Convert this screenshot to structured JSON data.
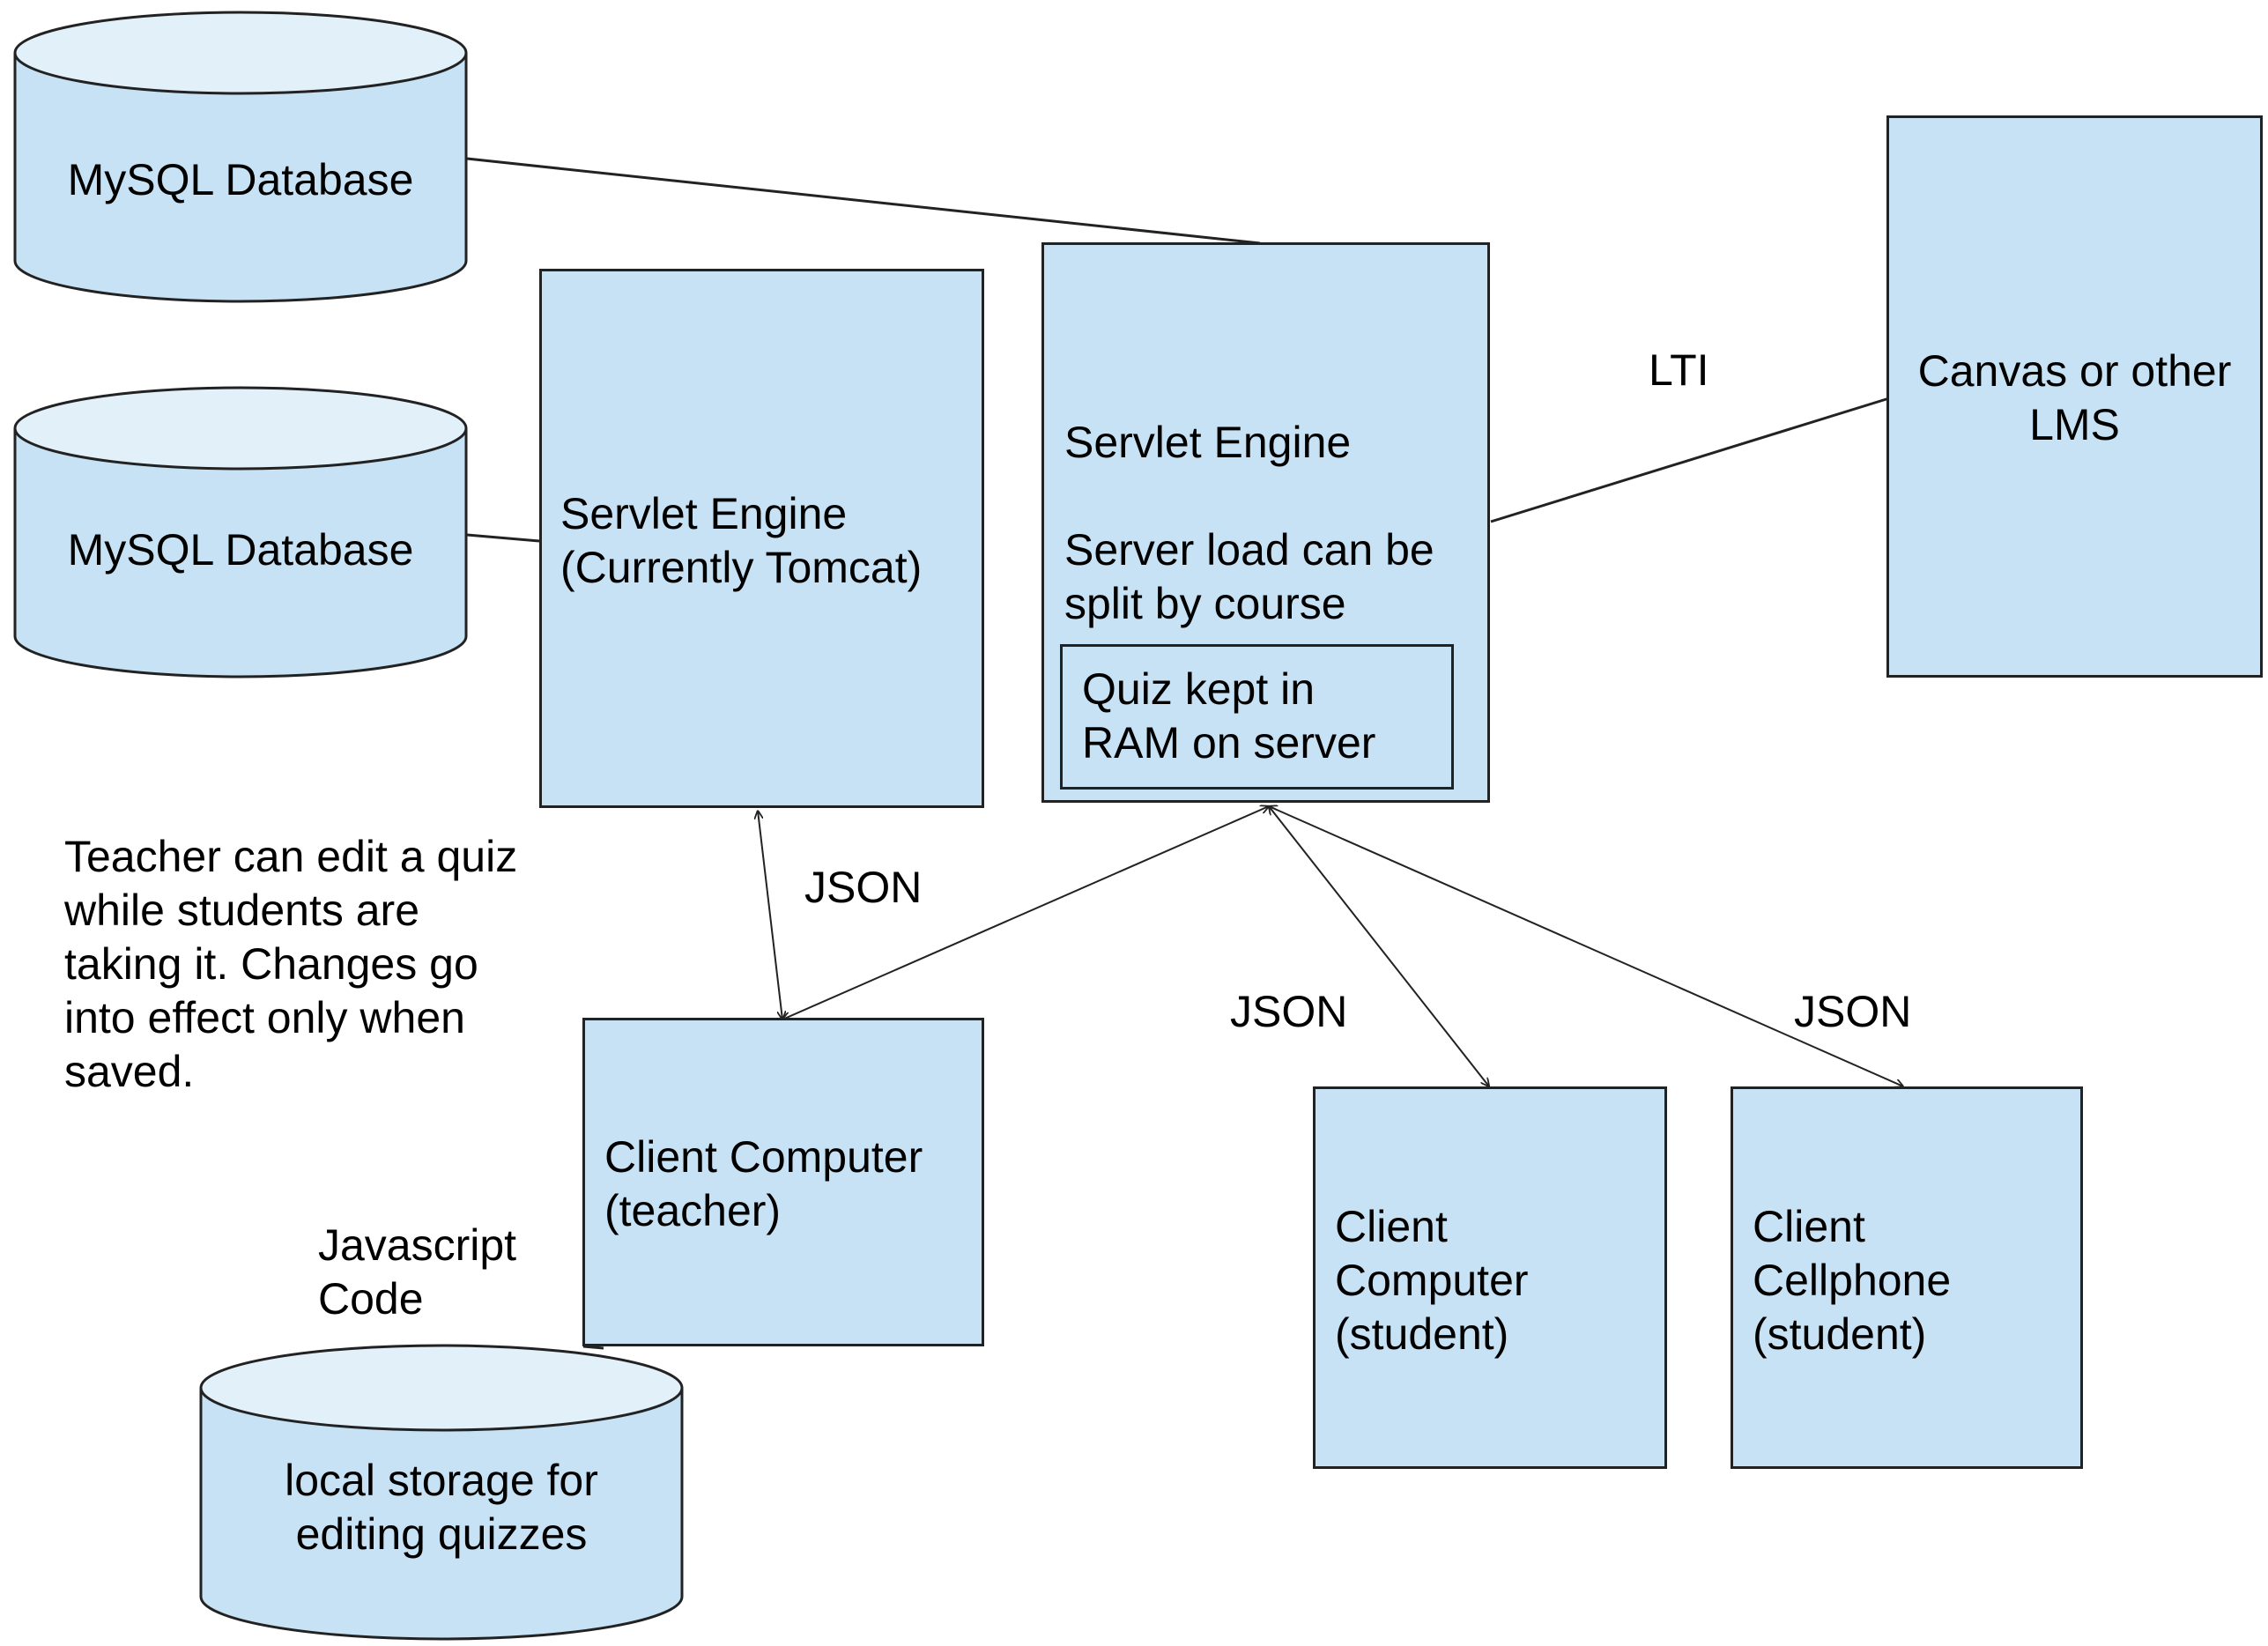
{
  "colors": {
    "fill": "#c6e2f4",
    "cylinder_top": "#e2f0fa",
    "stroke": "#222222",
    "background": "#ffffff"
  },
  "icons": {
    "database": "cylinder",
    "connector": "line",
    "bidirectional": "double-arrow"
  },
  "nodes": {
    "mysql_db_1": {
      "label": "MySQL Database"
    },
    "mysql_db_2": {
      "label": "MySQL Database"
    },
    "servlet_tomcat": {
      "lines": [
        "Servlet Engine",
        "(Currently Tomcat)"
      ]
    },
    "servlet_main": {
      "lines": [
        "Servlet Engine",
        "",
        "Server load can be",
        "split by course"
      ]
    },
    "quiz_ram": {
      "lines": [
        "Quiz kept in",
        "RAM on server"
      ]
    },
    "lms": {
      "lines": [
        "Canvas or other",
        "LMS"
      ]
    },
    "client_teacher": {
      "lines": [
        "Client Computer",
        "(teacher)"
      ]
    },
    "client_student_computer": {
      "lines": [
        "Client",
        "Computer",
        "(student)"
      ]
    },
    "client_student_phone": {
      "lines": [
        "Client",
        "Cellphone",
        "(student)"
      ]
    },
    "local_storage": {
      "lines": [
        "local storage for",
        "editing quizzes"
      ]
    }
  },
  "edge_labels": {
    "lti": "LTI",
    "json_teacher": "JSON",
    "json_student_computer": "JSON",
    "json_student_phone": "JSON",
    "javascript": [
      "Javascript",
      "Code"
    ]
  },
  "note": {
    "lines": [
      "Teacher can edit a quiz",
      "while students are",
      "taking it.  Changes go",
      "into effect only when",
      "saved."
    ]
  }
}
